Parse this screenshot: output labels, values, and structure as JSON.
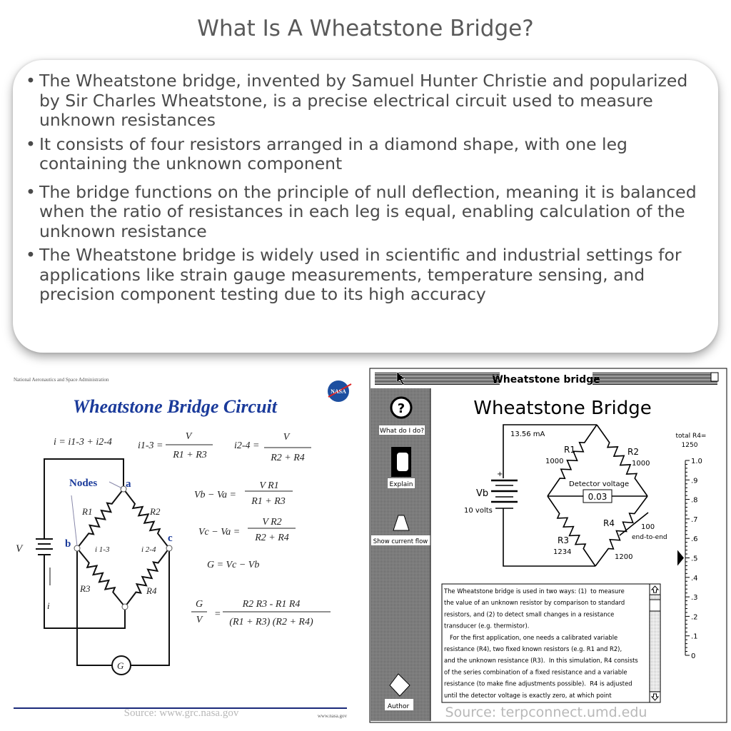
{
  "title": "What Is A Wheatstone Bridge?",
  "bullets": [
    "The Wheatstone bridge, invented by Samuel Hunter Christie and popularized by Sir Charles Wheatstone, is a precise electrical circuit used to measure unknown resistances",
    "It consists of four resistors arranged in a diamond shape, with one leg containing the unknown component",
    "The bridge functions on the principle of null deflection, meaning it is balanced when the ratio of resistances in each leg is equal, enabling calculation of the unknown resistance",
    "The Wheatstone bridge is widely used in scientific and industrial settings for applications like strain gauge measurements, temperature sensing, and precision component testing due to its high accuracy"
  ],
  "nasa_image": {
    "agency": "National Aeronautics and Space Administration",
    "logo": "NASA",
    "heading": "Wheatstone Bridge Circuit",
    "eq_i": "i = i1-3 + i2-4",
    "eq_i13_lhs": "i1-3 =",
    "eq_i24_lhs": "i2-4 =",
    "V": "V",
    "R1pR3": "R1 + R3",
    "R2pR4": "R2 + R4",
    "vbva": "Vb − Va =",
    "VR1": "V R1",
    "vcva": "Vc − Va =",
    "VR2": "V R2",
    "G_eq": "G =  Vc − Vb",
    "G": "G",
    "gv_num": "R2 R3  -  R1 R4",
    "gv_den": "(R1 + R3) (R2 + R4)",
    "nodes_label": "Nodes",
    "node_a": "a",
    "node_b": "b",
    "node_c": "c",
    "R1": "R1",
    "R2": "R2",
    "R3": "R3",
    "R4": "R4",
    "i13": "i 1-3",
    "i24": "i 2-4",
    "i": "i",
    "source": "Source: www.grc.nasa.gov",
    "url": "www.nasa.gov"
  },
  "sim_image": {
    "window_title": "Wheatstone bridge",
    "heading": "Wheatstone Bridge",
    "sidebar": [
      "What do I do?",
      "Explain",
      "Show current flow",
      "Author"
    ],
    "current": "13.56  mA",
    "R1": "R1",
    "R1_val": "1000",
    "R2": "R2",
    "R2_val": "1000",
    "R3": "R3",
    "R3_val": "1234",
    "R4": "R4",
    "R4_fixed": "1200",
    "R4_var": "100",
    "R4_var_note": "end-to-end",
    "plus": "+",
    "Vb": "Vb",
    "Vb_val": "10 volts",
    "detector_label": "Detector voltage",
    "detector_value": "0.03",
    "total_label": "total R4=",
    "total_value": "1250",
    "scale_ticks": [
      "1.0",
      ".9",
      ".8",
      ".7",
      ".6",
      ".5",
      ".4",
      ".3",
      ".2",
      ".1",
      "0"
    ],
    "slider_value": 0.5,
    "text_lines": [
      "The Wheatstone bridge is used in two ways: (1)  to measure",
      "the value of an unknown resistor by comparison to standard",
      "resistors, and (2) to detect small changes in a resistance",
      "transducer (e.g. thermistor).",
      "   For the first application, one needs a calibrated variable",
      "resistance (R4), two fixed known resistors (e.g. R1 and R2),",
      "and the unknown resistance (R3).  In this simulation, R4 consists",
      "of the series combination of a fixed resistance and a variable",
      "resistance (to make fine adjustments possible).  R4 is adjusted",
      "until the detector voltage is exactly zero, at which point"
    ],
    "source": "Source: terpconnect.umd.edu"
  }
}
